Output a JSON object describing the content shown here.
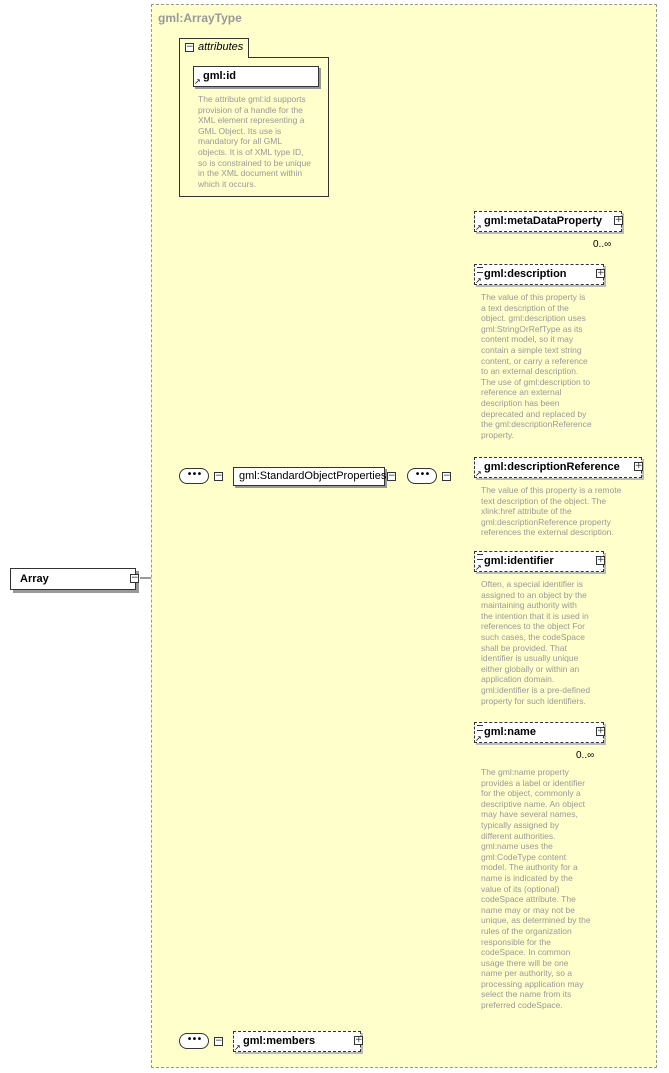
{
  "root": {
    "label": "Array"
  },
  "complex_type": {
    "label": "gml:ArrayType"
  },
  "attributes": {
    "tab_label": "attributes",
    "id": {
      "label": "gml:id",
      "doc": [
        "The attribute gml:id supports",
        "provision of a handle for the",
        "XML element representing a",
        "GML Object. Its use is",
        "mandatory for all GML",
        "objects. It is of XML type ID,",
        "so is constrained to be unique",
        "in the XML document within",
        "which it occurs."
      ]
    }
  },
  "group": {
    "label": "gml:StandardObjectProperties"
  },
  "elements": {
    "metaDataProperty": {
      "label": "gml:metaDataProperty",
      "occurs": "0..∞"
    },
    "description": {
      "label": "gml:description",
      "doc": [
        "The value of this property is",
        "a text description of the",
        "object. gml:description uses",
        "gml:StringOrRefType as its",
        "content model, so it may",
        "contain a simple text string",
        "content, or carry a reference",
        "to an external description.",
        "The use of gml:description to",
        "reference an external",
        "description has been",
        "deprecated and replaced by",
        "the gml:descriptionReference",
        "property."
      ]
    },
    "descriptionReference": {
      "label": "gml:descriptionReference",
      "doc": [
        "The value of this property is a remote",
        "text description of the object. The",
        "xlink:href attribute of the",
        "gml:descriptionReference property",
        "references the external description."
      ]
    },
    "identifier": {
      "label": "gml:identifier",
      "doc": [
        "Often, a special identifier is",
        "assigned to an object by the",
        "maintaining authority with",
        "the intention that it is used in",
        "references to the object For",
        "such cases, the codeSpace",
        "shall be provided. That",
        "identifier is usually unique",
        "either globally or within an",
        "application domain.",
        "gml:identifier is a pre-defined",
        "property for such identifiers."
      ]
    },
    "name": {
      "label": "gml:name",
      "occurs": "0..∞",
      "doc": [
        "The gml:name property",
        "provides a label or identifier",
        "for the object, commonly a",
        "descriptive name. An object",
        "may have several names,",
        "typically assigned by",
        "different authorities.",
        "gml:name uses the",
        "gml:CodeType content",
        "model.  The authority for a",
        "name is indicated by the",
        "value of its (optional)",
        "codeSpace attribute.  The",
        "name may or may not be",
        "unique, as determined by the",
        "rules of the organization",
        "responsible for the",
        "codeSpace.  In common",
        "usage there will be one",
        "name per authority, so a",
        "processing application may",
        "select the name from its",
        "preferred codeSpace."
      ]
    },
    "members": {
      "label": "gml:members"
    }
  },
  "icons": {
    "collapse": "minus-box-icon",
    "expand": "plus-box-icon",
    "sequence": "sequence-compositor-icon",
    "reference": "reference-arrow-icon",
    "simple_content": "simple-content-lines-icon"
  }
}
